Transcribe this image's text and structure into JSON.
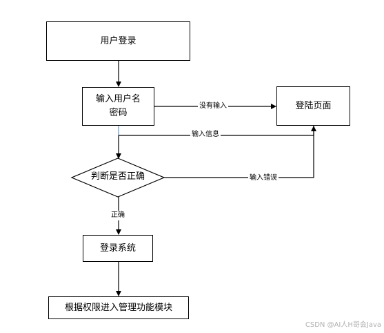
{
  "nodes": {
    "user_login": "用户登录",
    "input_credentials": "输入用户名\n密码",
    "login_page": "登陆页面",
    "decision": "判断是否正确",
    "login_system": "登录系统",
    "access_by_permission": "根据权限进入管理功能模块"
  },
  "edges": {
    "no_input": "没有输入",
    "input_info": "输入信息",
    "input_error": "输入错误",
    "correct": "正确"
  },
  "watermark": "CSDN @AI人H哥会Java",
  "colors": {
    "line": "#000000",
    "highlight_segment": "#5b9bd5",
    "watermark": "#b0b0b0"
  }
}
